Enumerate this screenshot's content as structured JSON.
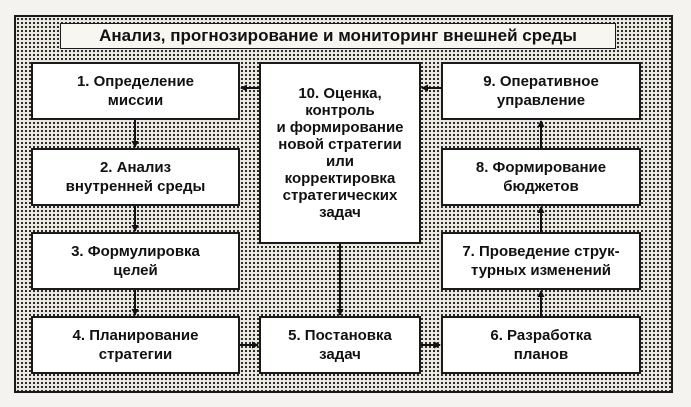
{
  "title": "Анализ, прогнозирование и мониторинг внешней среды",
  "blocks": {
    "b1": "1. Определение\nмиссии",
    "b2": "2. Анализ\nвнутренней среды",
    "b3": "3. Формулировка\nцелей",
    "b4": "4. Планирование\nстратегии",
    "b5": "5. Постановка\nзадач",
    "b6": "6. Разработка\nпланов",
    "b7": "7. Проведение струк-\nтурных изменений",
    "b8": "8. Формирование\nбюджетов",
    "b9": "9. Оперативное\nуправление",
    "b10": "10. Оценка,\nконтроль\nи формирование\nновой стратегии\nили\nкорректировка\nстратегических\nзадач"
  }
}
